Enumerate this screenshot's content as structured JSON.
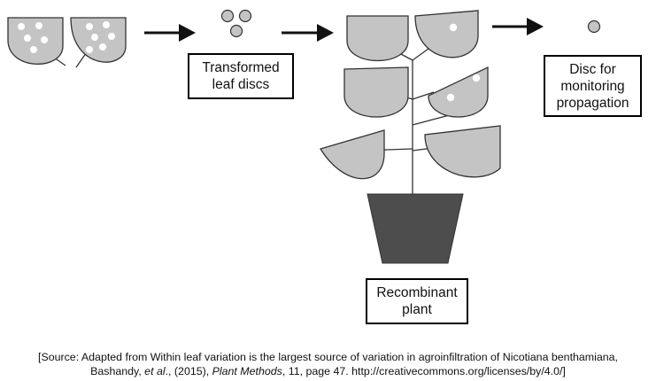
{
  "labels": {
    "transformed_discs": [
      "Transformed",
      "leaf discs"
    ],
    "recombinant_plant": [
      "Recombinant",
      "plant"
    ],
    "monitoring_disc": [
      "Disc for",
      "monitoring",
      "propagation"
    ]
  },
  "source": {
    "line1": "[Source: Adapted from Within leaf variation is the largest source of variation in agroinfiltration of Nicotiana benthamiana,",
    "line2_prefix": "Bashandy, ",
    "line2_etal": "et al",
    "line2_mid": "., (2015), ",
    "line2_journal": "Plant Methods",
    "line2_suffix": ", 11, page 47. http://creativecommons.org/licenses/by/4.0/]"
  },
  "colors": {
    "leaf_fill": "#c4c4c4",
    "outline": "#333333",
    "pot_fill": "#4d4d4d",
    "spot": "#ffffff",
    "arrow": "#111111"
  }
}
